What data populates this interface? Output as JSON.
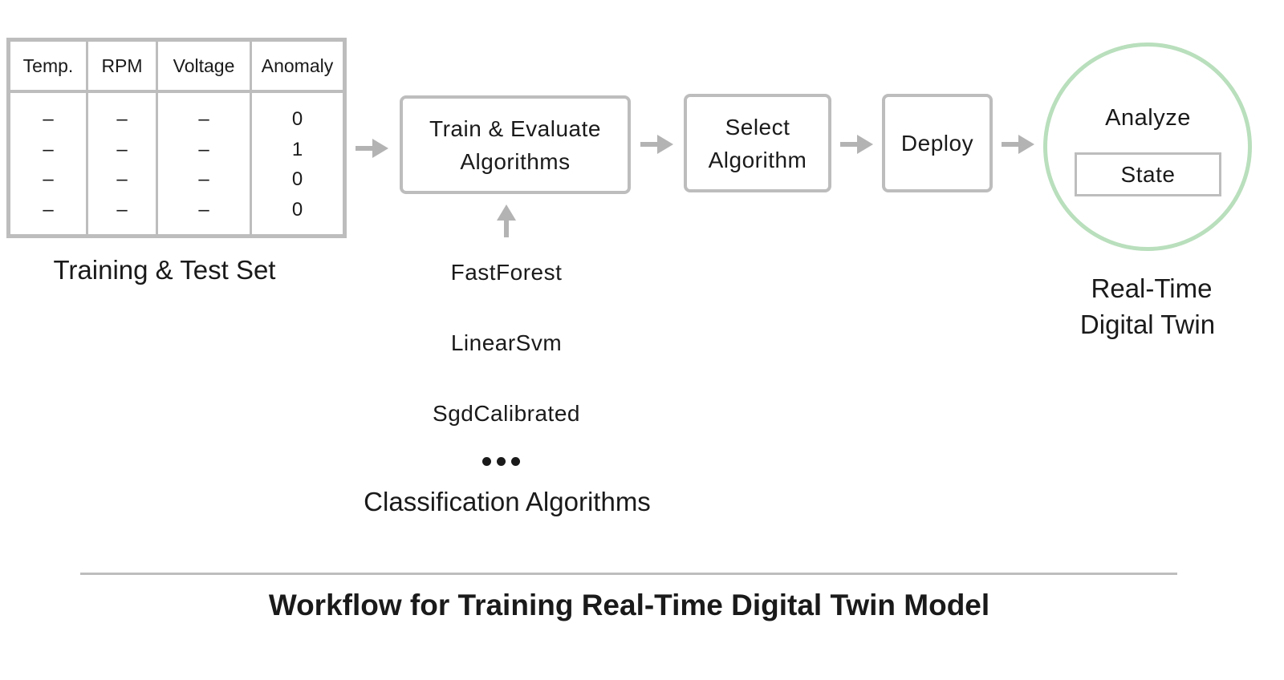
{
  "table": {
    "headers": [
      "Temp.",
      "RPM",
      "Voltage",
      "Anomaly"
    ],
    "rows": [
      [
        "–",
        "–",
        "–",
        "0"
      ],
      [
        "–",
        "–",
        "–",
        "1"
      ],
      [
        "–",
        "–",
        "–",
        "0"
      ],
      [
        "–",
        "–",
        "–",
        "0"
      ]
    ]
  },
  "captions": {
    "training_set": "Training & Test Set",
    "classification": "Classification Algorithms",
    "twin_line1": "Real-Time",
    "twin_line2": "Digital Twin"
  },
  "steps": {
    "train_line1": "Train & Evaluate",
    "train_line2": "Algorithms",
    "select_line1": "Select",
    "select_line2": "Algorithm",
    "deploy": "Deploy"
  },
  "algorithms": [
    "FastForest",
    "LinearSvm",
    "SgdCalibrated"
  ],
  "twin": {
    "analyze": "Analyze",
    "state": "State"
  },
  "title": "Workflow for Training Real-Time Digital Twin Model",
  "colors": {
    "border_gray": "#bdbdbd",
    "algo_fill": "#ecd5d5",
    "twin_circle": "#b9dfbc",
    "arrow": "#b3b3b3",
    "text": "#1a1a1a"
  }
}
